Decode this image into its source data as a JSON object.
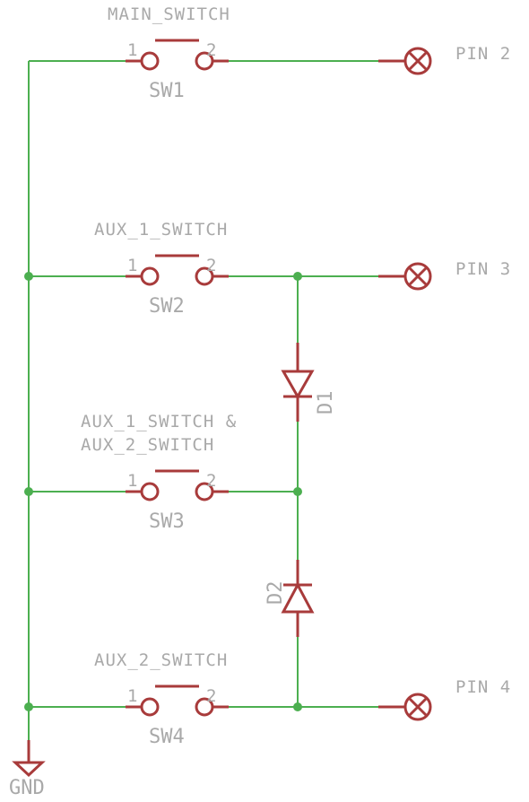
{
  "switches": [
    {
      "ref": "SW1",
      "label_lines": [
        "MAIN_SWITCH"
      ],
      "pin1": "1",
      "pin2": "2"
    },
    {
      "ref": "SW2",
      "label_lines": [
        "AUX_1_SWITCH"
      ],
      "pin1": "1",
      "pin2": "2"
    },
    {
      "ref": "SW3",
      "label_lines": [
        "AUX_1_SWITCH &",
        "AUX_2_SWITCH"
      ],
      "pin1": "1",
      "pin2": "2"
    },
    {
      "ref": "SW4",
      "label_lines": [
        "AUX_2_SWITCH"
      ],
      "pin1": "1",
      "pin2": "2"
    }
  ],
  "diodes": [
    {
      "ref": "D1"
    },
    {
      "ref": "D2"
    }
  ],
  "outputs": [
    {
      "label": "PIN 2"
    },
    {
      "label": "PIN 3"
    },
    {
      "label": "PIN 4"
    }
  ],
  "ground": {
    "label": "GND"
  },
  "colors": {
    "wire": "#4caf50",
    "part": "#a83b3b",
    "text": "#a9a9a9"
  }
}
